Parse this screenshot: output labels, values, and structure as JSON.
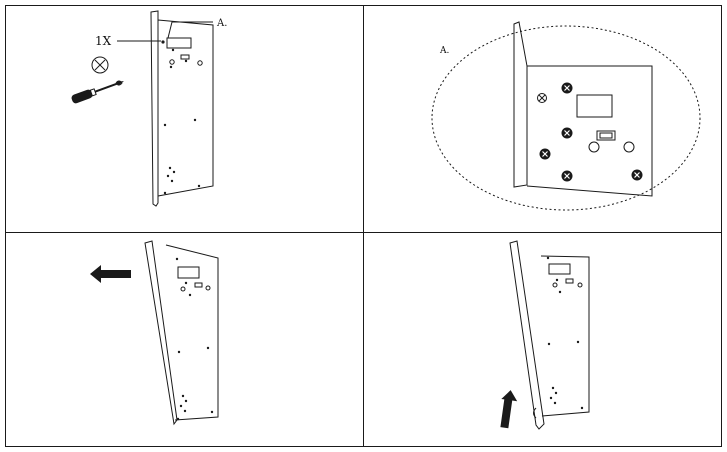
{
  "panels": {
    "p1": {
      "label_quantity": "1X",
      "label_detail": "A."
    },
    "p2": {
      "label_detail": "A."
    },
    "p3": {},
    "p4": {}
  },
  "icons": {
    "screw_cross": "screw-circle-cross-icon",
    "screwdriver": "screwdriver-icon",
    "arrow_left": "arrow-left-icon",
    "arrow_up": "arrow-up-icon"
  },
  "colors": {
    "line": "#1a1a1a",
    "background": "#ffffff"
  }
}
